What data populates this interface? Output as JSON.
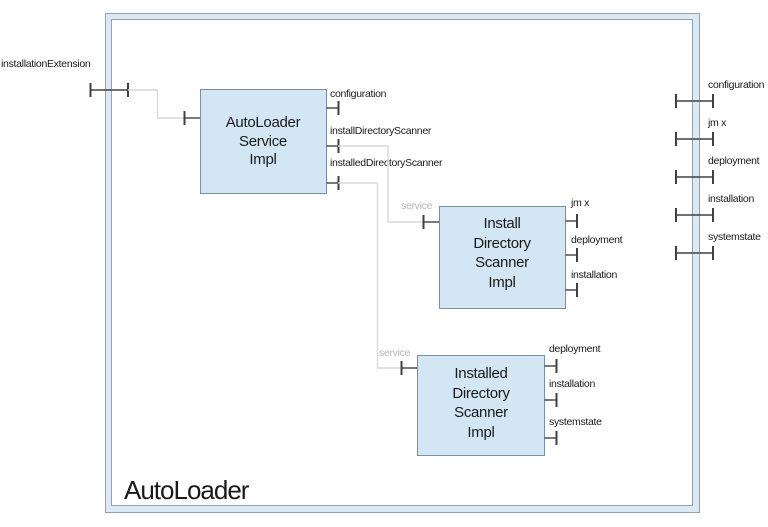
{
  "diagram": {
    "frame": {
      "label": "AutoLoader"
    },
    "colors": {
      "component_fill": "#d3e6f3",
      "component_stroke": "#7b8f9e",
      "frame_band_fill": "#dbe9f4",
      "frame_stroke": "#8fa3b2",
      "wire": "#d9d9d9",
      "port_symbol": "#404040",
      "muted_label": "#b5b5b5",
      "text": "#1a1a1a"
    },
    "external_ports": {
      "left": [
        {
          "label": "installationExtension"
        }
      ],
      "right": [
        {
          "label": "configuration"
        },
        {
          "label": "jm x"
        },
        {
          "label": "deployment"
        },
        {
          "label": "installation"
        },
        {
          "label": "systemstate"
        }
      ]
    },
    "components": [
      {
        "name": "AutoLoaderServiceImpl",
        "lines": [
          "AutoLoader",
          "Service",
          "Impl"
        ],
        "right_ports": [
          "configuration",
          "installDirectoryScanner",
          "installedDirectoryScanner"
        ]
      },
      {
        "name": "InstallDirectoryScannerImpl",
        "lines": [
          "Install",
          "Directory",
          "Scanner",
          "Impl"
        ],
        "left_port_label": "service",
        "right_ports": [
          "jm x",
          "deployment",
          "installation"
        ]
      },
      {
        "name": "InstalledDirectoryScannerImpl",
        "lines": [
          "Installed",
          "Directory",
          "Scanner",
          "Impl"
        ],
        "left_port_label": "service",
        "right_ports": [
          "deployment",
          "installation",
          "systemstate"
        ]
      }
    ]
  }
}
